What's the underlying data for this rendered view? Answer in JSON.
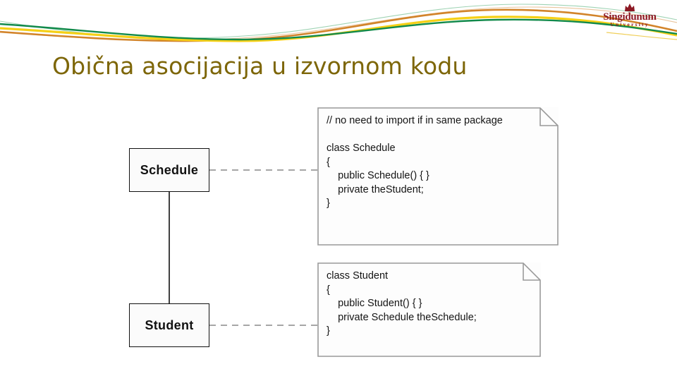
{
  "slide": {
    "title": "Obična asocijacija u izvornom kodu",
    "title_color": "#7d6608",
    "background": "#ffffff"
  },
  "header": {
    "waves": [
      {
        "name": "orange-wave",
        "color": "#d2842a"
      },
      {
        "name": "yellow-wave",
        "color": "#f5d016"
      },
      {
        "name": "green-wave",
        "color": "#128a4b"
      },
      {
        "name": "pale-orange-wave",
        "color": "#e8b887"
      },
      {
        "name": "pale-green-wave",
        "color": "#8fc9a5"
      }
    ],
    "logo": {
      "icon": "crown-icon",
      "name": "Singidunum",
      "subtitle": "University",
      "color": "#8c1823"
    }
  },
  "diagram": {
    "type": "uml-class-diagram",
    "classes": [
      {
        "id": "schedule",
        "name": "Schedule"
      },
      {
        "id": "student",
        "name": "Student"
      }
    ],
    "association": {
      "name": "schedule-student-association",
      "from": "schedule",
      "to": "student",
      "style": "solid"
    },
    "note_links": [
      {
        "name": "schedule-note-link",
        "from": "schedule",
        "to": "note-schedule",
        "style": "dashed"
      },
      {
        "name": "student-note-link",
        "from": "student",
        "to": "note-student",
        "style": "dashed"
      }
    ],
    "notes": [
      {
        "id": "note-schedule",
        "text": "// no need to import if in same package\n\nclass Schedule\n{\n    public Schedule() { }\n    private theStudent;\n}"
      },
      {
        "id": "note-student",
        "text": "class Student\n{\n    public Student() { }\n    private Schedule theSchedule;\n}"
      }
    ]
  }
}
